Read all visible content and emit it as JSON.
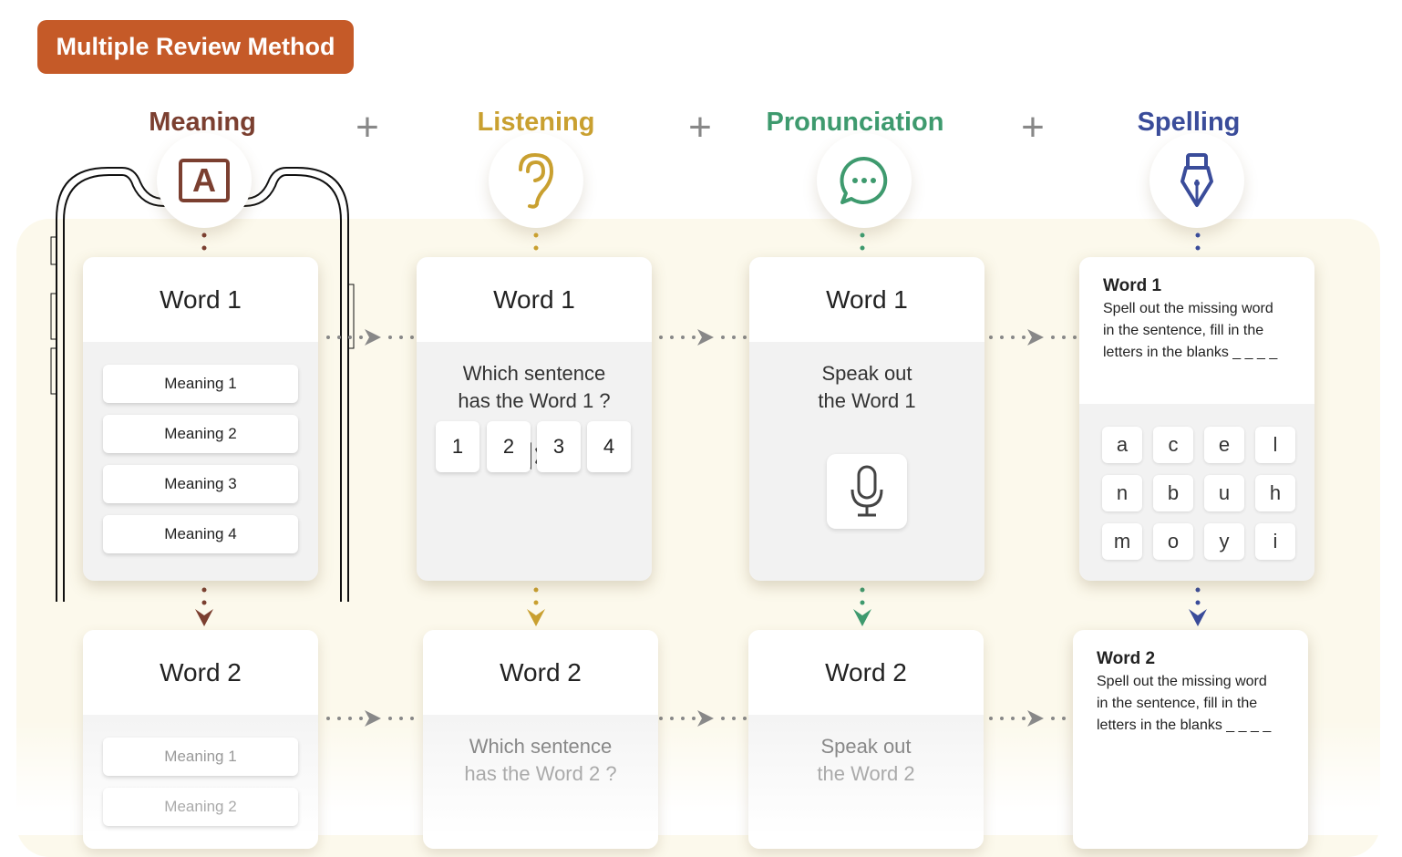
{
  "title": "Multiple Review Method",
  "colors": {
    "accent": "#C55A28",
    "meaning": "#7B3F30",
    "listening": "#C9A030",
    "pronunciation": "#3E9A6E",
    "spelling": "#3A4C9A",
    "background": "#FCF9EC"
  },
  "plus": "+",
  "methods": [
    {
      "name": "Meaning",
      "icon": "letter-a-icon",
      "icon_letter": "A"
    },
    {
      "name": "Listening",
      "icon": "ear-icon"
    },
    {
      "name": "Pronunciation",
      "icon": "speech-bubble-icon"
    },
    {
      "name": "Spelling",
      "icon": "fountain-pen-icon"
    }
  ],
  "row1": {
    "word": "Word 1",
    "meaning_options": [
      "Meaning 1",
      "Meaning 2",
      "Meaning 3",
      "Meaning 4"
    ],
    "listening_question": [
      "Which sentence",
      "has the Word 1 ?"
    ],
    "listening_options": [
      "1",
      "2",
      "3",
      "4"
    ],
    "pronunciation_prompt": [
      "Speak out",
      "the Word 1"
    ],
    "spelling_prompt": [
      "Spell out the missing word",
      "in the sentence, fill in the",
      "letters in the blanks _ _ _ _"
    ],
    "letters": [
      "a",
      "c",
      "e",
      "l",
      "n",
      "b",
      "u",
      "h",
      "m",
      "o",
      "y",
      "i"
    ]
  },
  "row2": {
    "word": "Word 2",
    "meaning_options": [
      "Meaning 1",
      "Meaning 2"
    ],
    "listening_question": [
      "Which sentence",
      "has the Word 2 ?"
    ],
    "pronunciation_prompt": [
      "Speak out",
      "the Word 2"
    ],
    "spelling_prompt": [
      "Spell out the missing word",
      "in the sentence, fill in the",
      "letters in the blanks _ _ _ _"
    ]
  }
}
